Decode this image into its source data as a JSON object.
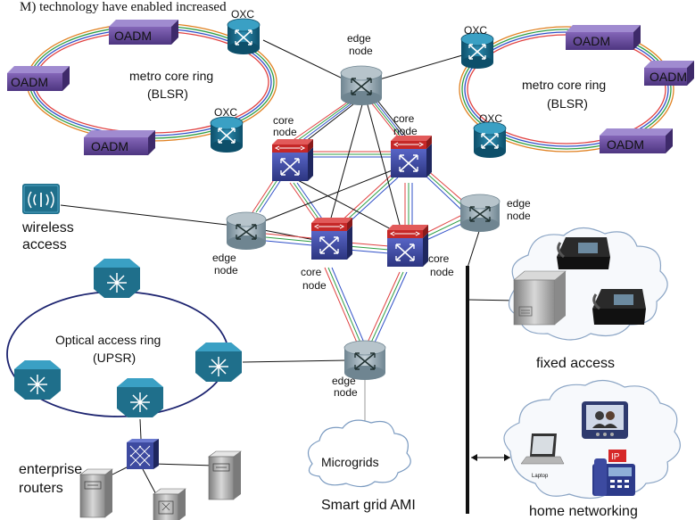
{
  "header_text": "M) technology have enabled increased",
  "labels": {
    "oadm": "OADM",
    "oxc": "OXC",
    "edge": "edge",
    "node": "node",
    "core": "core",
    "metro_ring_l1": "metro core ring",
    "metro_ring_l2": "(BLSR)",
    "wireless_l1": "wireless",
    "wireless_l2": "access",
    "optical_ring_l1": "Optical access ring",
    "optical_ring_l2": "(UPSR)",
    "enterprise_l1": "enterprise",
    "enterprise_l2": "routers",
    "microgrids": "Microgrids",
    "smart_grid": "Smart grid AMI",
    "fixed_access": "fixed access",
    "home_networking": "home networking",
    "laptop": "Laptop",
    "ip": "IP"
  },
  "colors": {
    "node_teal": "#1f6f8b",
    "router_gray": "#9aa8b0",
    "oadm_purple": "#6a4d9a",
    "core_red": "#c62828",
    "core_blue": "#3d4aa0",
    "ring_navy": "#1d2470",
    "cloud_stroke": "#7a9ac0"
  }
}
